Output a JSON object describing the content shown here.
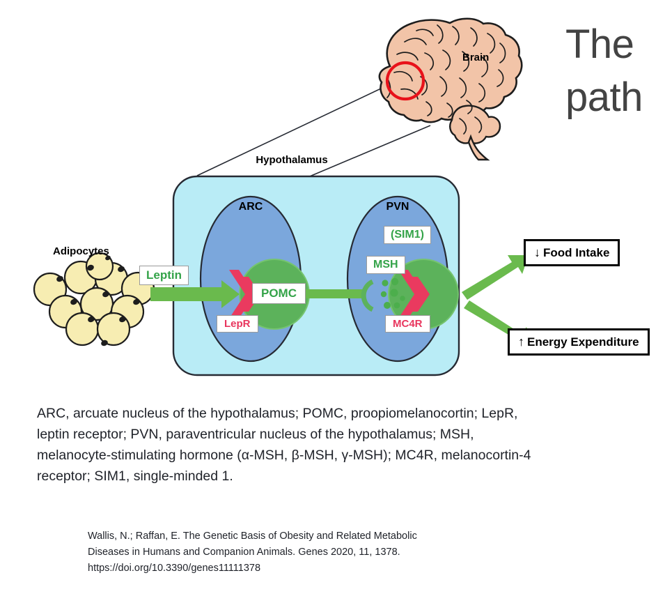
{
  "slide": {
    "title_line1": "The",
    "title_line2": "path"
  },
  "diagram": {
    "labels": {
      "brain": "Brain",
      "hypothalamus": "Hypothalamus",
      "arc": "ARC",
      "pvn": "PVN",
      "adipocytes": "Adipocytes"
    },
    "chips": {
      "leptin": "Leptin",
      "pomc": "POMC",
      "lepr": "LepR",
      "sim1": "(SIM1)",
      "msh": "MSH",
      "mc4r": "MC4R"
    },
    "outcomes": {
      "food_intake_arrow": "↓",
      "food_intake": "Food Intake",
      "energy_expenditure_arrow": "↑",
      "energy_expenditure": "Energy Expenditure"
    },
    "colors": {
      "hypothalamus_fill": "#b9ecf6",
      "nucleus_fill": "#7ba7dc",
      "neuron_fill": "#5cb25b",
      "brain_fill": "#f2c4a8",
      "adipocyte_fill": "#f7edb2",
      "arrow_green": "#6aba4d",
      "receptor_red": "#e8365e",
      "highlight_circle": "#e8121a",
      "label_green": "#34a349",
      "label_red": "#e8365e",
      "outline": "#262a33"
    }
  },
  "caption": {
    "text": "ARC, arcuate nucleus of the hypothalamus; POMC, proopiomelanocortin; LepR, leptin receptor; PVN, paraventricular nucleus of the hypothalamus; MSH, melanocyte-stimulating hormone (α-MSH, β-MSH, γ-MSH); MC4R, melanocortin-4 receptor; SIM1, single-minded 1."
  },
  "citation": {
    "line1": "Wallis, N.; Raffan, E. The Genetic Basis of Obesity and Related Metabolic",
    "line2": "Diseases in Humans and Companion Animals. Genes 2020, 11, 1378.",
    "line3": "https://doi.org/10.3390/genes11111378"
  }
}
